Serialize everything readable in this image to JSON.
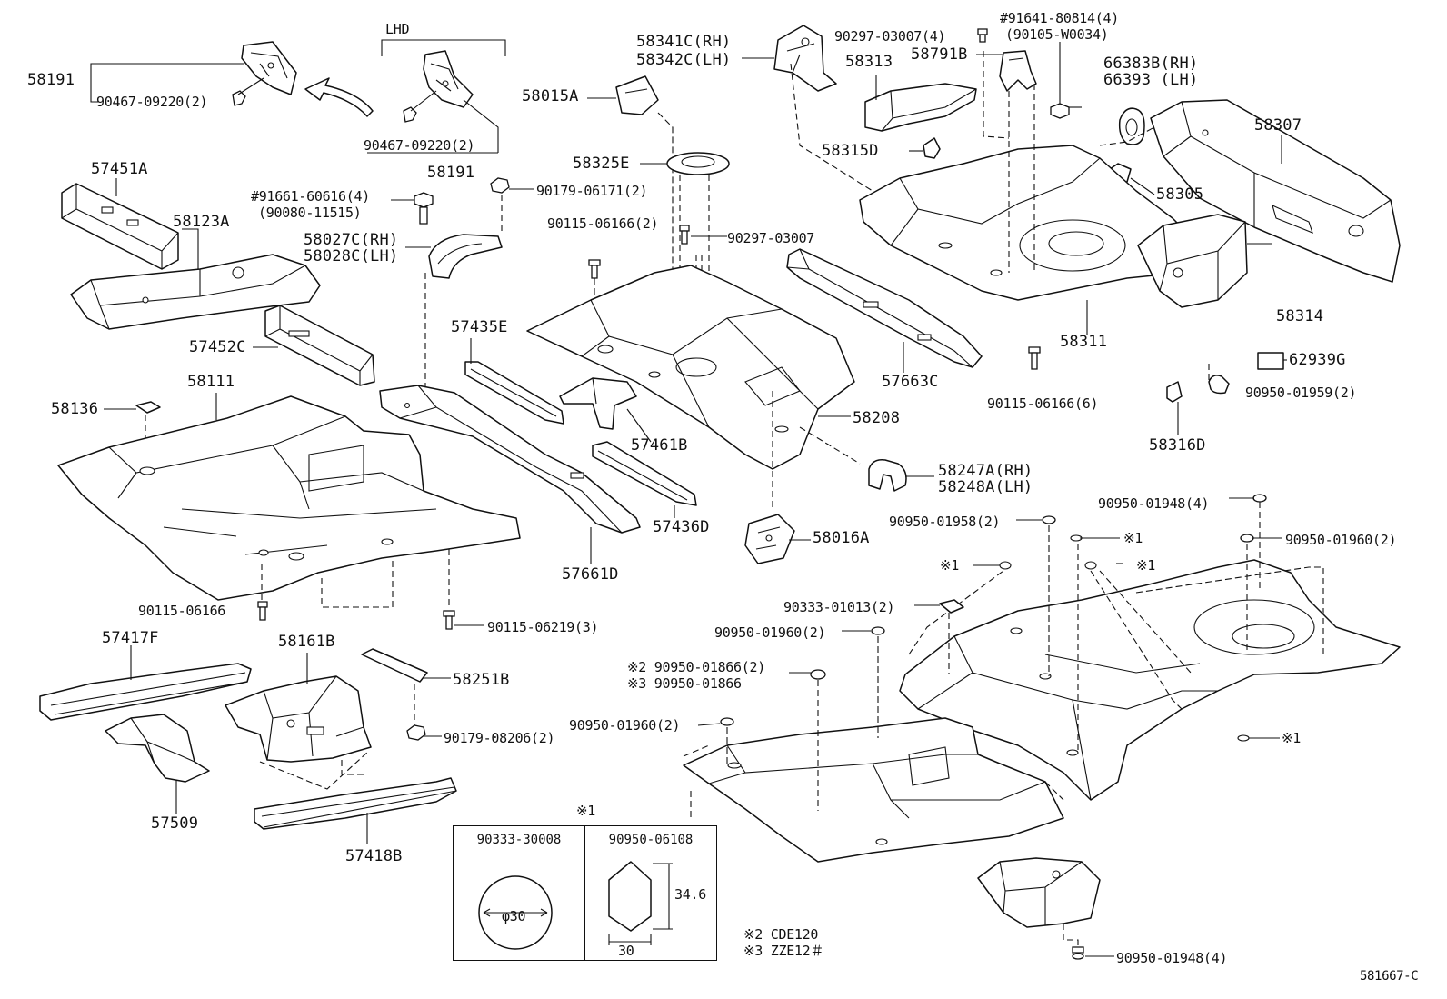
{
  "diagram": {
    "image_code": "581667-C",
    "lhd_label": "LHD",
    "callouts": {
      "p58191_top": "58191",
      "p90467_top": "90467-09220(2)",
      "p90467_lhd": "90467-09220(2)",
      "p58191_lhd": "58191",
      "p57451A": "57451A",
      "p58123A": "58123A",
      "p91661": "#91661-60616(4)",
      "p90080": "(90080-11515)",
      "p58027C": "58027C(RH)",
      "p58028C": "58028C(LH)",
      "p57452C": "57452C",
      "p58136": "58136",
      "p58111": "58111",
      "p90115_left": "90115-06166",
      "p90115_06219": "90115-06219(3)",
      "p58341C": "58341C(RH)",
      "p58342C": "58342C(LH)",
      "p58015A": "58015A",
      "p58325E": "58325E",
      "p90179_06171": "90179-06171(2)",
      "p90115_mid": "90115-06166(2)",
      "p90297_mid": "90297-03007",
      "p57435E": "57435E",
      "p57461B": "57461B",
      "p57436D": "57436D",
      "p57661D": "57661D",
      "p58208": "58208",
      "p58247A": "58247A(RH)",
      "p58248A": "58248A(LH)",
      "p58016A": "58016A",
      "p57663C": "57663C",
      "p90297_top": "90297-03007(4)",
      "p58313": "58313",
      "p58791B": "58791B",
      "p91641": "#91641-80814(4)",
      "p90105": "(90105-W0034)",
      "p66383B": "66383B(RH)",
      "p66393": "66393 (LH)",
      "p58307": "58307",
      "p58315D": "58315D",
      "p58305": "58305",
      "p58311": "58311",
      "p90115_right": "90115-06166(6)",
      "p58314": "58314",
      "p62939G": "62939G",
      "p90950_01959": "90950-01959(2)",
      "p58316D": "58316D",
      "p90950_01948_top": "90950-01948(4)",
      "p90950_01958": "90950-01958(2)",
      "p_ref1_a": "※1",
      "p_ref1_b": "※1",
      "p_ref1_c": "※1",
      "p90950_01960_right": "90950-01960(2)",
      "p90333_01013": "90333-01013(2)",
      "p90950_01960_mid": "90950-01960(2)",
      "p90950_01866_a": "※2 90950-01866(2)",
      "p90950_01866_b": "※3 90950-01866",
      "p90950_01960_low": "90950-01960(2)",
      "p_ref1_d": "※1",
      "p57417F": "57417F",
      "p58161B": "58161B",
      "p58251B": "58251B",
      "p90179_08206": "90179-08206(2)",
      "p57509": "57509",
      "p57418B": "57418B",
      "p90950_01948_bottom": "90950-01948(4)"
    },
    "spec_table": {
      "marker": "※1",
      "col1_part": "90333-30008",
      "col2_part": "90950-06108",
      "col1_dim": "φ30",
      "col2_dim_h": "34.6",
      "col2_dim_w": "30"
    },
    "notes": {
      "note2": "※2 CDE120",
      "note3": "※3 ZZE12＃"
    }
  }
}
